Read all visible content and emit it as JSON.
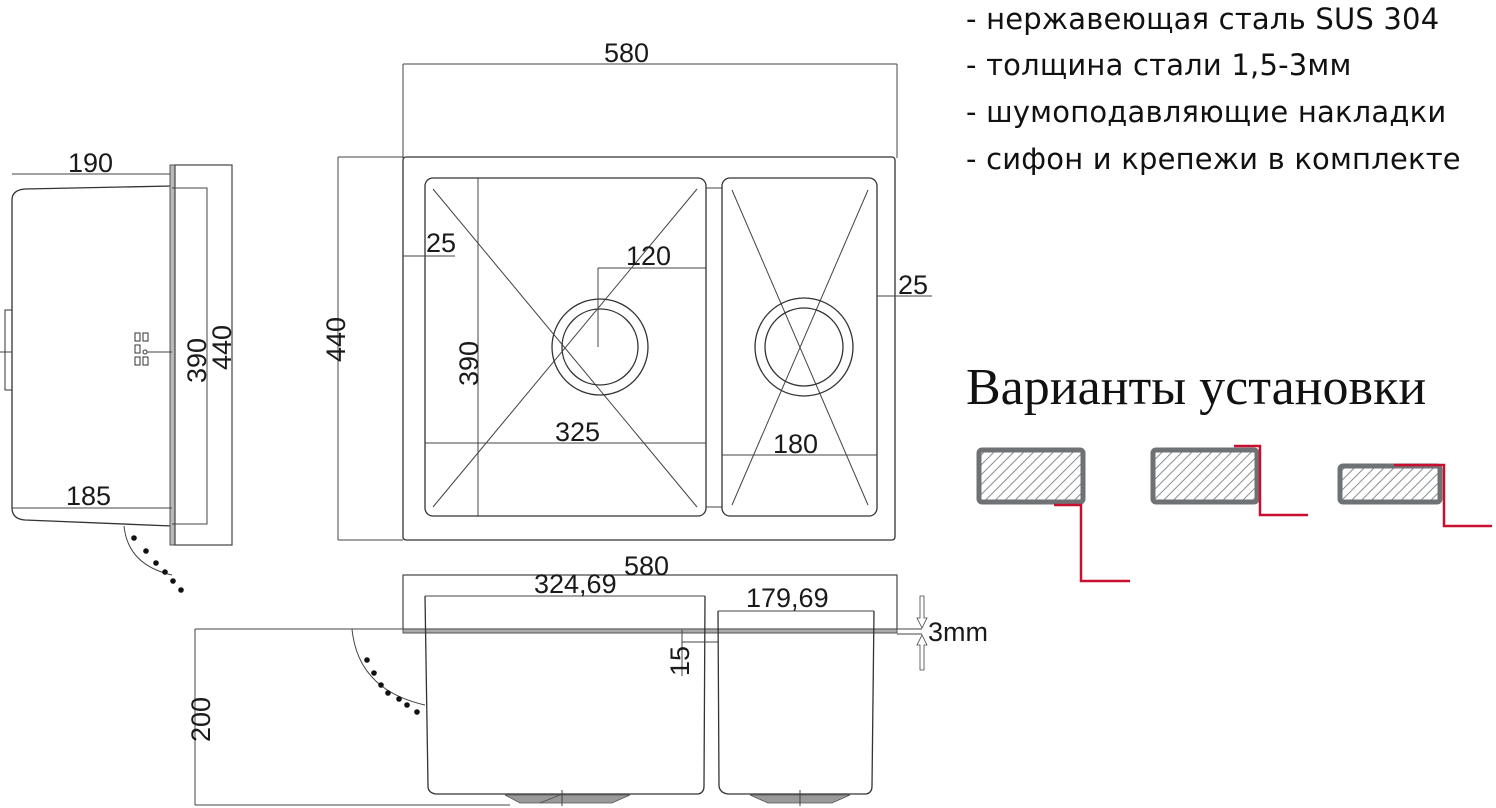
{
  "specs": [
    "- нержавеющая сталь SUS 304",
    "- толщина стали 1,5-3мм",
    "- шумоподавляющие накладки",
    "- сифон и крепежи в комплекте"
  ],
  "install_title": "Варианты установки",
  "install_variants": [
    {
      "name": "undermount",
      "profile_color": "#c8102e",
      "slab_color": "#6e7275"
    },
    {
      "name": "overmount",
      "profile_color": "#c8102e",
      "slab_color": "#6e7275"
    },
    {
      "name": "flush-mount",
      "profile_color": "#c8102e",
      "slab_color": "#6e7275"
    }
  ],
  "side_view": {
    "top_width": "190",
    "bottom_width": "185",
    "inner_depth": "390",
    "outer_depth": "440"
  },
  "top_view": {
    "overall_width": "580",
    "overall_depth": "440",
    "left_margin": "25",
    "right_margin": "25",
    "drain_offset": "120",
    "bowl_depth": "390",
    "main_bowl_width": "325",
    "small_bowl_width": "180"
  },
  "front_view": {
    "overall_width": "580",
    "main_bowl_width": "324,69",
    "small_bowl_width": "179,69",
    "divider_depth": "15",
    "height": "200",
    "thickness": "3mm"
  }
}
